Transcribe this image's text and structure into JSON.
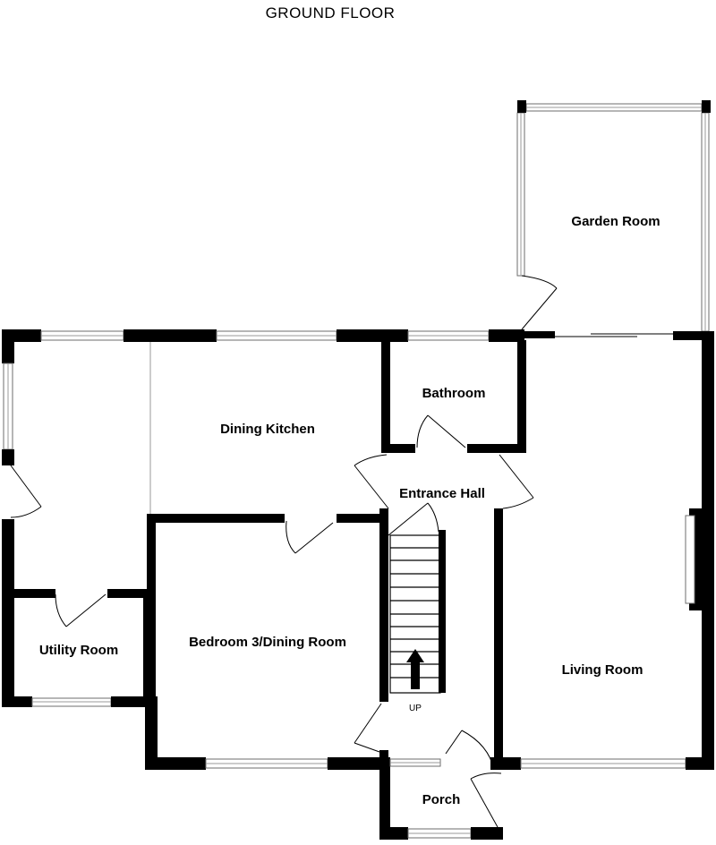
{
  "plan": {
    "title": "GROUND FLOOR",
    "rooms": {
      "garden_room": "Garden Room",
      "bathroom": "Bathroom",
      "dining_kitchen": "Dining Kitchen",
      "entrance_hall": "Entrance Hall",
      "bedroom3": "Bedroom 3/Dining Room",
      "utility_room": "Utility Room",
      "living_room": "Living Room",
      "porch": "Porch"
    },
    "stairs_label": "UP"
  }
}
